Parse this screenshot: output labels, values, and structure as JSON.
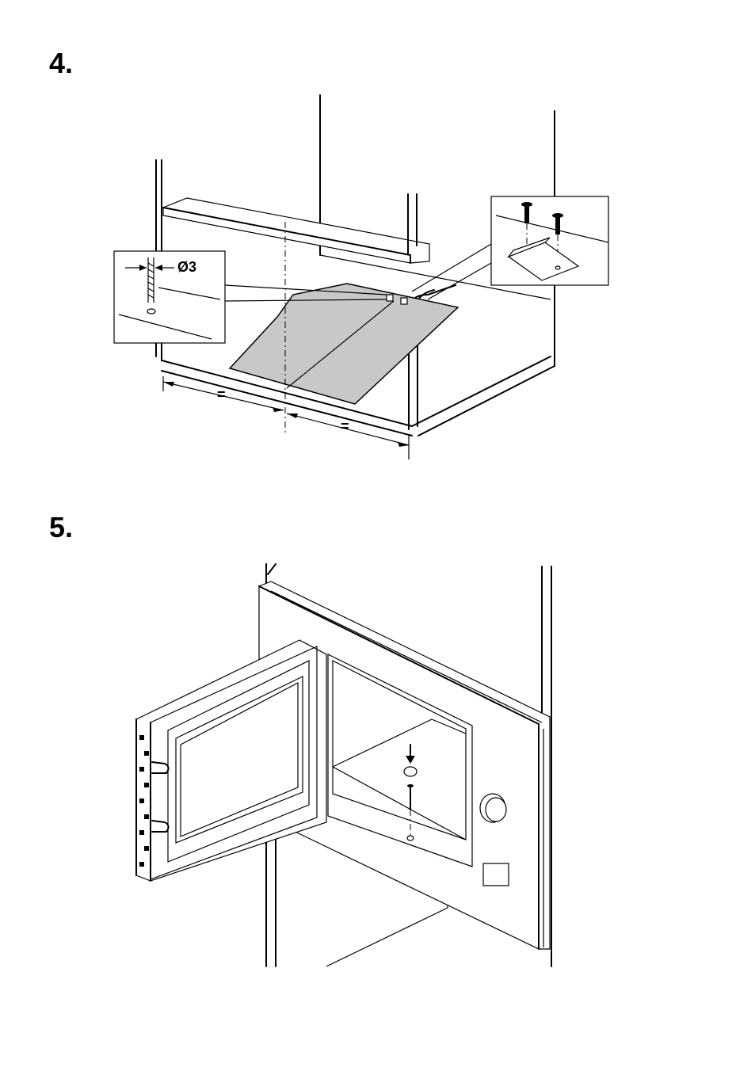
{
  "steps": [
    {
      "number": "4."
    },
    {
      "number": "5."
    }
  ],
  "figure4": {
    "drill_label": "Ø3",
    "dimension_left": "=",
    "dimension_right": "="
  }
}
